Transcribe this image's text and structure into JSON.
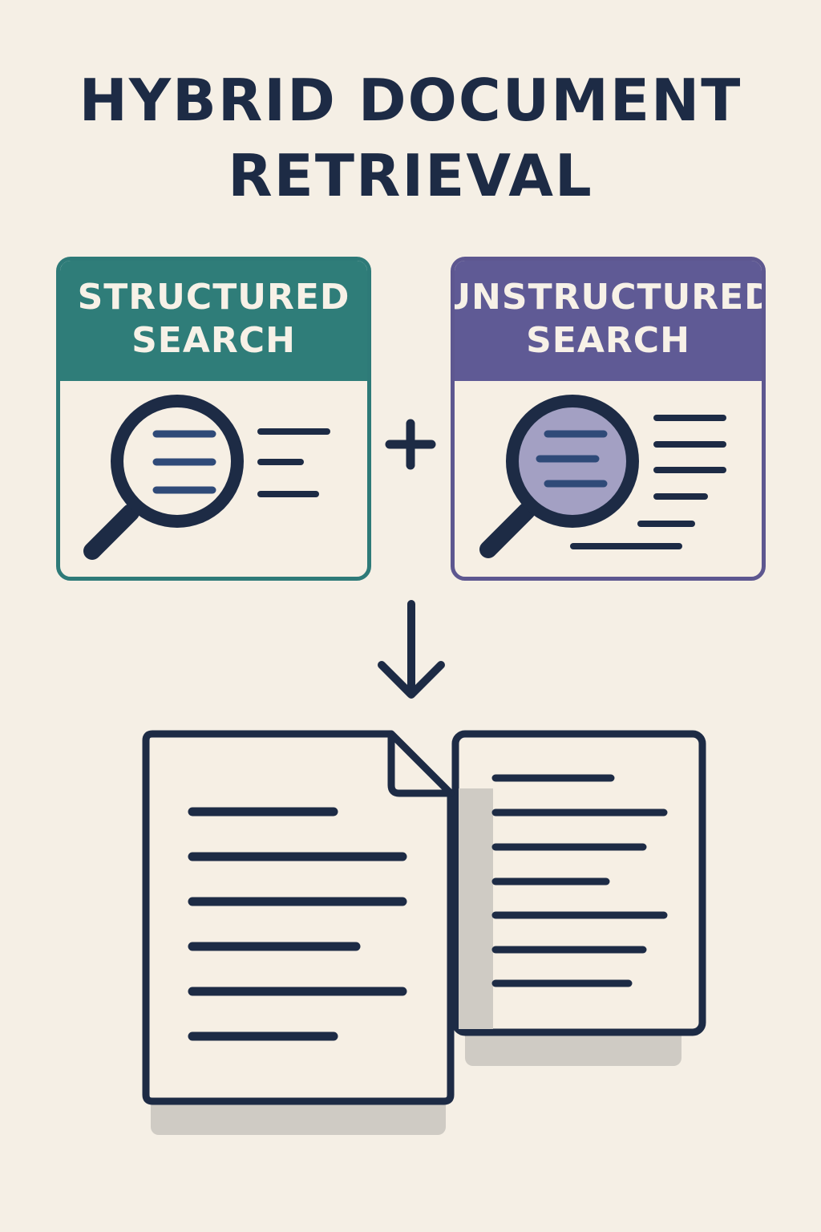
{
  "title": {
    "line1": "HYBRID DOCUMENT",
    "line2": "RETRIEVAL"
  },
  "cards": {
    "structured": {
      "line1": "STRUCTURED",
      "line2": "SEARCH",
      "color": "#2f7d79",
      "icon": "magnifying-glass-icon"
    },
    "unstructured": {
      "line1": "UNSTRUCTURED",
      "line2": "SEARCH",
      "color": "#5f5a95",
      "icon": "magnifying-glass-icon"
    }
  },
  "connectors": {
    "plus_icon": "plus-icon",
    "arrow_icon": "arrow-down-icon"
  },
  "result": {
    "icon": "documents-icon"
  },
  "colors": {
    "background": "#f5efe5",
    "ink": "#1d2b45",
    "teal": "#2f7d79",
    "purple": "#5f5a95",
    "shadow": "#cfcbc4"
  }
}
